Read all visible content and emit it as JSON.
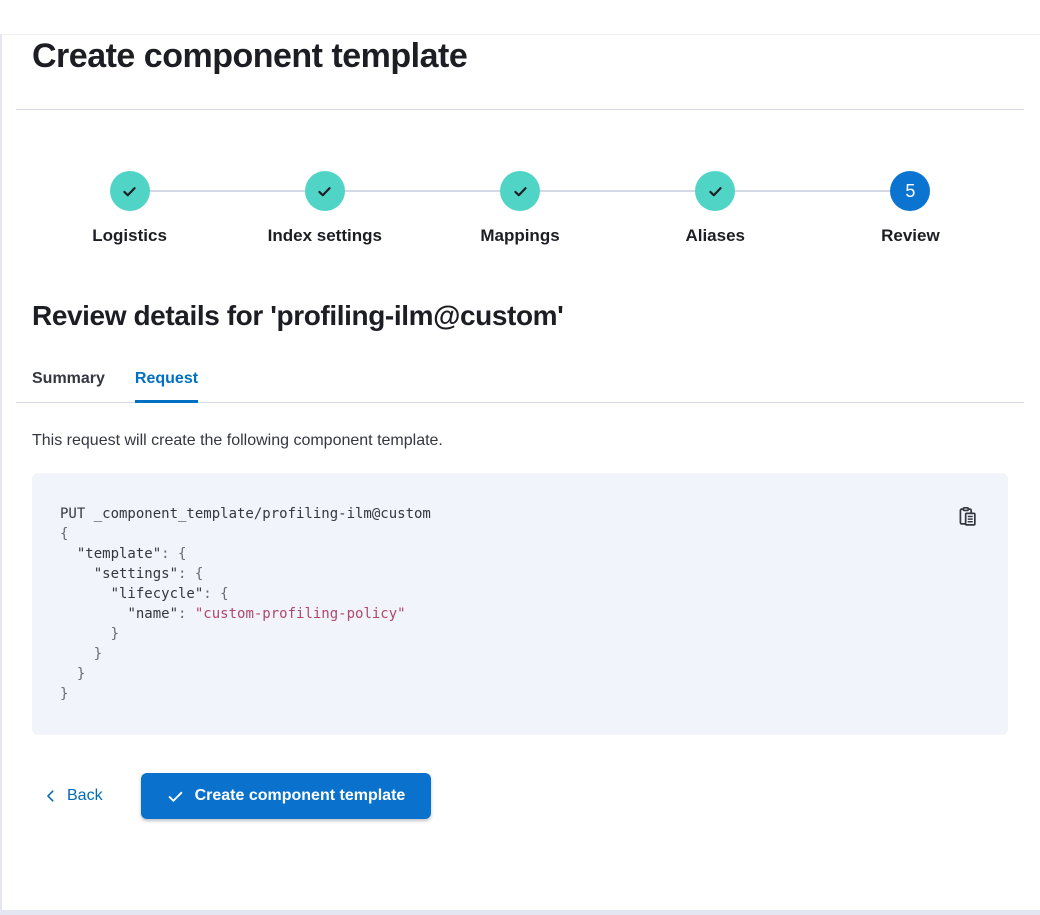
{
  "page": {
    "title": "Create component template"
  },
  "stepper": {
    "steps": [
      {
        "label": "Logistics",
        "state": "complete",
        "icon": "check-icon"
      },
      {
        "label": "Index settings",
        "state": "complete",
        "icon": "check-icon"
      },
      {
        "label": "Mappings",
        "state": "complete",
        "icon": "check-icon"
      },
      {
        "label": "Aliases",
        "state": "complete",
        "icon": "check-icon"
      },
      {
        "label": "Review",
        "state": "current",
        "number": "5"
      }
    ]
  },
  "review": {
    "heading": "Review details for 'profiling-ilm@custom'",
    "tabs": [
      {
        "label": "Summary",
        "selected": false
      },
      {
        "label": "Request",
        "selected": true
      }
    ],
    "description": "This request will create the following component template."
  },
  "code_block": {
    "copy_icon": "copy-clipboard-icon",
    "lines": [
      {
        "segments": [
          {
            "text": "PUT _component_template/profiling-ilm@custom",
            "type": "plain"
          }
        ]
      },
      {
        "segments": [
          {
            "text": "{",
            "type": "punct"
          }
        ]
      },
      {
        "segments": [
          {
            "text": "  ",
            "type": "plain"
          },
          {
            "text": "\"template\"",
            "type": "key"
          },
          {
            "text": ": ",
            "type": "punct"
          },
          {
            "text": "{",
            "type": "punct"
          }
        ]
      },
      {
        "segments": [
          {
            "text": "    ",
            "type": "plain"
          },
          {
            "text": "\"settings\"",
            "type": "key"
          },
          {
            "text": ": ",
            "type": "punct"
          },
          {
            "text": "{",
            "type": "punct"
          }
        ]
      },
      {
        "segments": [
          {
            "text": "      ",
            "type": "plain"
          },
          {
            "text": "\"lifecycle\"",
            "type": "key"
          },
          {
            "text": ": ",
            "type": "punct"
          },
          {
            "text": "{",
            "type": "punct"
          }
        ]
      },
      {
        "segments": [
          {
            "text": "        ",
            "type": "plain"
          },
          {
            "text": "\"name\"",
            "type": "key"
          },
          {
            "text": ": ",
            "type": "punct"
          },
          {
            "text": "\"custom-profiling-policy\"",
            "type": "string"
          }
        ]
      },
      {
        "segments": [
          {
            "text": "      }",
            "type": "punct"
          }
        ]
      },
      {
        "segments": [
          {
            "text": "    }",
            "type": "punct"
          }
        ]
      },
      {
        "segments": [
          {
            "text": "  }",
            "type": "punct"
          }
        ]
      },
      {
        "segments": [
          {
            "text": "}",
            "type": "punct"
          }
        ]
      }
    ]
  },
  "footer": {
    "back_label": "Back",
    "back_icon": "chevron-left-icon",
    "submit_label": "Create component template",
    "submit_icon": "check-icon"
  },
  "colors": {
    "step_complete": "#50d4c5",
    "step_current": "#0b74d0",
    "primary_button": "#0a72cc",
    "link_blue": "#006bb4",
    "tab_selected": "#0071c2",
    "divider": "#d3dae6",
    "code_background": "#f1f4fa",
    "code_text": "#343741",
    "code_punctuation": "#646a77",
    "code_string": "#b0486b",
    "heading_text": "#1d1e24"
  }
}
